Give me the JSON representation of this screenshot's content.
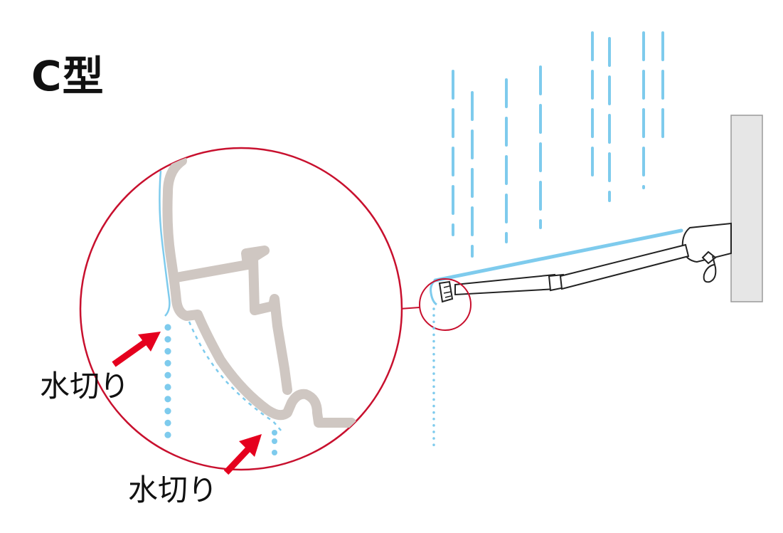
{
  "title": "C型",
  "callouts": [
    {
      "label": "水切り"
    },
    {
      "label": "水切り"
    }
  ],
  "colors": {
    "background": "#ffffff",
    "text": "#111111",
    "water": "#7ecbed",
    "profile": "#cfc7c2",
    "circle": "#c8102e",
    "arrow": "#e5001e",
    "wall": "#e6e6e6",
    "line": "#222222"
  },
  "icons": {
    "arrow": "red-arrow-icon",
    "rain": "raindrop-streak"
  }
}
